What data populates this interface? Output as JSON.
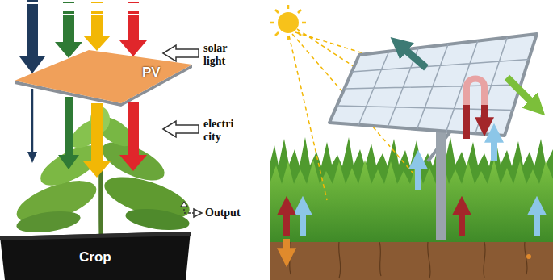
{
  "diagram": {
    "nodes": [
      {
        "text": [
          "PV"
        ]
      },
      {
        "text": [
          "Crop"
        ]
      }
    ],
    "labels": [
      "solar light",
      "electri city",
      "Output"
    ]
  }
}
